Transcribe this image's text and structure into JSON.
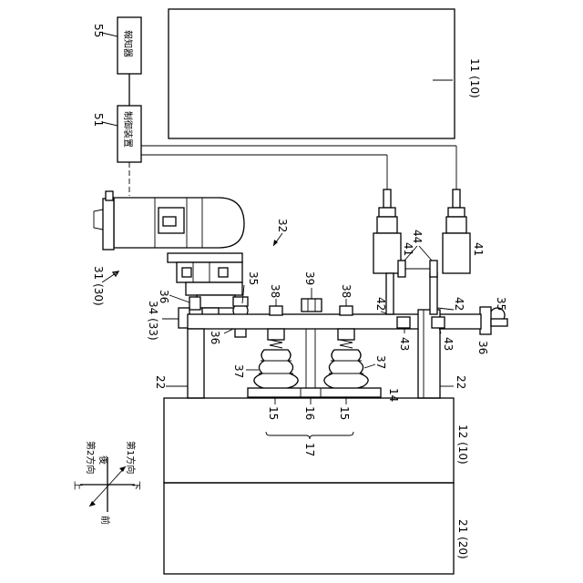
{
  "boxes": {
    "notifier": "報知器",
    "controller": "制御装置"
  },
  "labels": {
    "n55": "55",
    "n51": "51",
    "n11": "11 (10)",
    "n12": "12 (10)",
    "n21": "21 (20)",
    "n31": "31 (30)",
    "n32": "32",
    "n33": "34 (33)",
    "n35a": "35",
    "n35b": "35",
    "n36a": "36",
    "n36b": "36",
    "n36c": "36",
    "n37a": "37",
    "n37b": "37",
    "n38a": "38",
    "n38b": "38",
    "n39": "39",
    "n41a": "41",
    "n41b": "41",
    "n42a": "42",
    "n42b": "42",
    "n43a": "43",
    "n43b": "43",
    "n44": "44",
    "n22a": "22",
    "n22b": "22",
    "n14": "14",
    "n15a": "15",
    "n15b": "15",
    "n16": "16",
    "n17": "17"
  },
  "directions": {
    "dir2": "第2方向",
    "back": "後",
    "dir1": "第1方向",
    "up": "上",
    "down": "下",
    "front": "前"
  }
}
